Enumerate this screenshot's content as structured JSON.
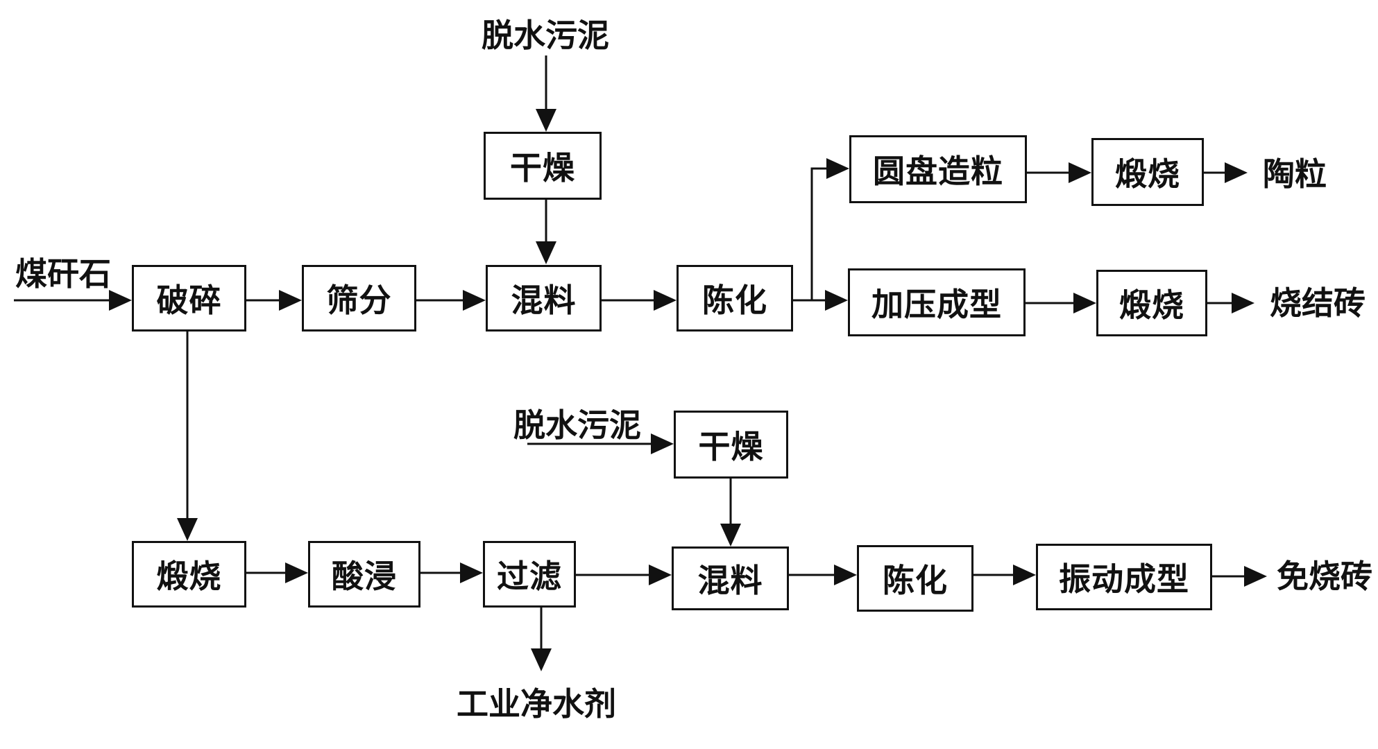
{
  "inputs": {
    "gangue": "煤矸石",
    "sludge_top": "脱水污泥",
    "sludge_bottom": "脱水污泥"
  },
  "top_row": {
    "crush": "破碎",
    "screen": "筛分",
    "mix": "混料",
    "age": "陈化",
    "dry": "干燥"
  },
  "branch_ceramsite": {
    "granulate": "圆盘造粒",
    "calcine": "煅烧",
    "product": "陶粒"
  },
  "branch_brick": {
    "press": "加压成型",
    "calcine": "煅烧",
    "product": "烧结砖"
  },
  "bottom_row": {
    "calcine": "煅烧",
    "acid_leach": "酸浸",
    "filter": "过滤",
    "dry": "干燥",
    "mix": "混料",
    "age": "陈化",
    "vibrate": "振动成型",
    "product": "免烧砖",
    "byproduct": "工业净水剂"
  }
}
